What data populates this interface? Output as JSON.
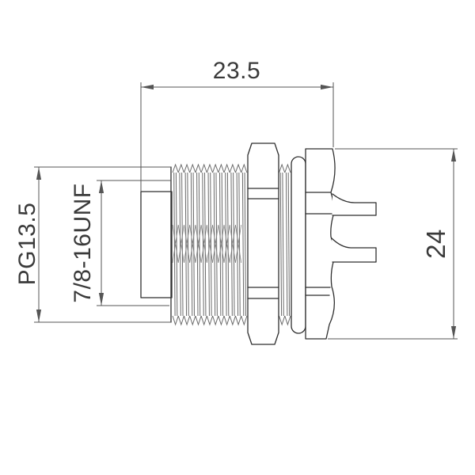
{
  "page": {
    "background": "#ffffff"
  },
  "drawing": {
    "line_color": "#2f2f2f",
    "dim_color": "#555555",
    "thread_color": "#6a6a6a",
    "thread_mid_color": "#7d7d7d",
    "dimensions": {
      "width": "23.5",
      "height": "24",
      "outer_thread": "PG13.5",
      "coupling_thread": "7/8-16UNF"
    }
  }
}
